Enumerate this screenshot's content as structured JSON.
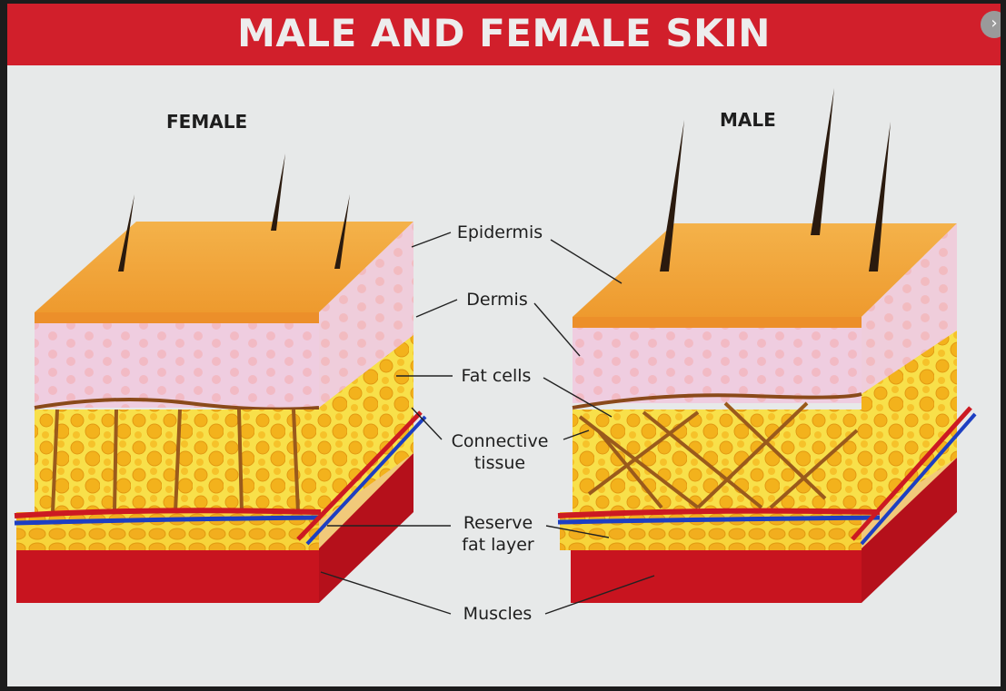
{
  "title": "MALE AND FEMALE SKIN",
  "columns": {
    "female": "FEMALE",
    "male": "MALE"
  },
  "labels": {
    "epidermis": "Epidermis",
    "dermis": "Dermis",
    "fat_cells": "Fat cells",
    "connective_line1": "Connective",
    "connective_line2": "tissue",
    "reserve_line1": "Reserve",
    "reserve_line2": "fat layer",
    "muscles": "Muscles"
  },
  "colors": {
    "banner": "#d11f2b",
    "epidermis": "#f0a53a",
    "dermis": "#ecc6da",
    "fat": "#f6d22a",
    "muscle": "#c8141f",
    "artery": "#cc1a22",
    "vein": "#1d3fc2"
  },
  "icons": {
    "nav": "chevron-right-icon"
  }
}
